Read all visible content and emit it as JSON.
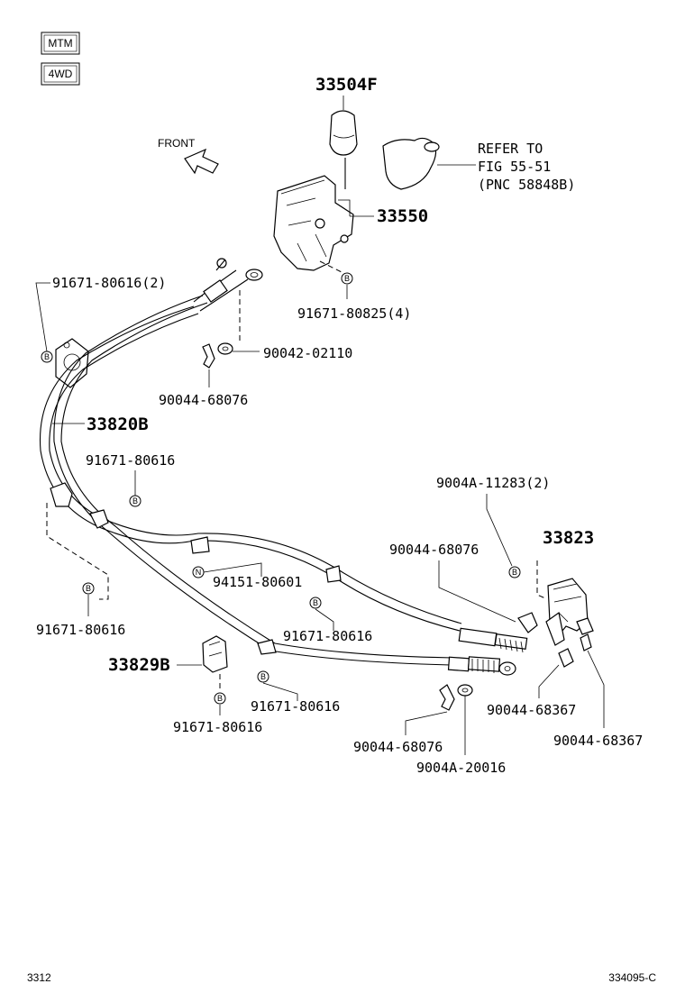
{
  "badges": {
    "mtm": "MTM",
    "awd": "4WD"
  },
  "front_label": "FRONT",
  "refer": {
    "line1": "REFER TO",
    "line2": "FIG 55-51",
    "line3": "(PNC 58848B)"
  },
  "markers": {
    "b": "B",
    "n": "N"
  },
  "parts": {
    "p33504F": "33504F",
    "p33550": "33550",
    "p91671_80825_4": "91671-80825(4)",
    "p91671_80616_2": "91671-80616(2)",
    "p90042_02110": "90042-02110",
    "p90044_68076_a": "90044-68076",
    "p33820B": "33820B",
    "p91671_80616_a": "91671-80616",
    "p94151_80601": "94151-80601",
    "p91671_80616_b": "91671-80616",
    "p91671_80616_c": "91671-80616",
    "p33829B": "33829B",
    "p91671_80616_d": "91671-80616",
    "p91671_80616_e": "91671-80616",
    "p9004A_11283_2": "9004A-11283(2)",
    "p33823": "33823",
    "p90044_68076_b": "90044-68076",
    "p90044_68367_a": "90044-68367",
    "p90044_68367_b": "90044-68367",
    "p90044_68076_c": "90044-68076",
    "p9004A_20016": "9004A-20016"
  },
  "footer": {
    "left": "3312",
    "right": "334095-C"
  }
}
